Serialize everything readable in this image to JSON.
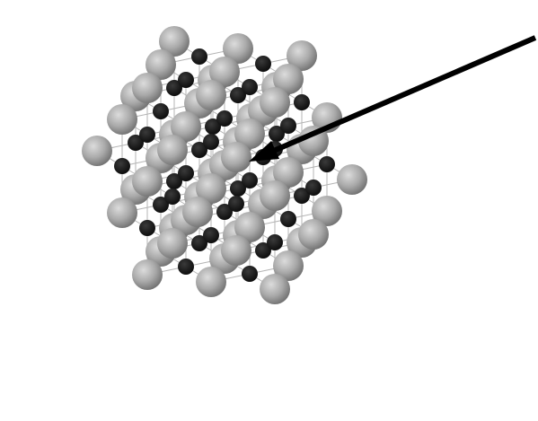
{
  "figure": {
    "colors": {
      "background": "#ffffff",
      "bond_line": "#b4b4b4",
      "small_atom_fill": "#0a0a0a",
      "large_atom_light": "#dcdcdc",
      "large_atom_mid": "#a9a9a9",
      "large_atom_dark": "#6e6e6e",
      "arrow": "#000000"
    },
    "atom_types": [
      "small-black-atom",
      "large-gray-atom"
    ],
    "annotations": [
      "pointer-arrow"
    ]
  }
}
